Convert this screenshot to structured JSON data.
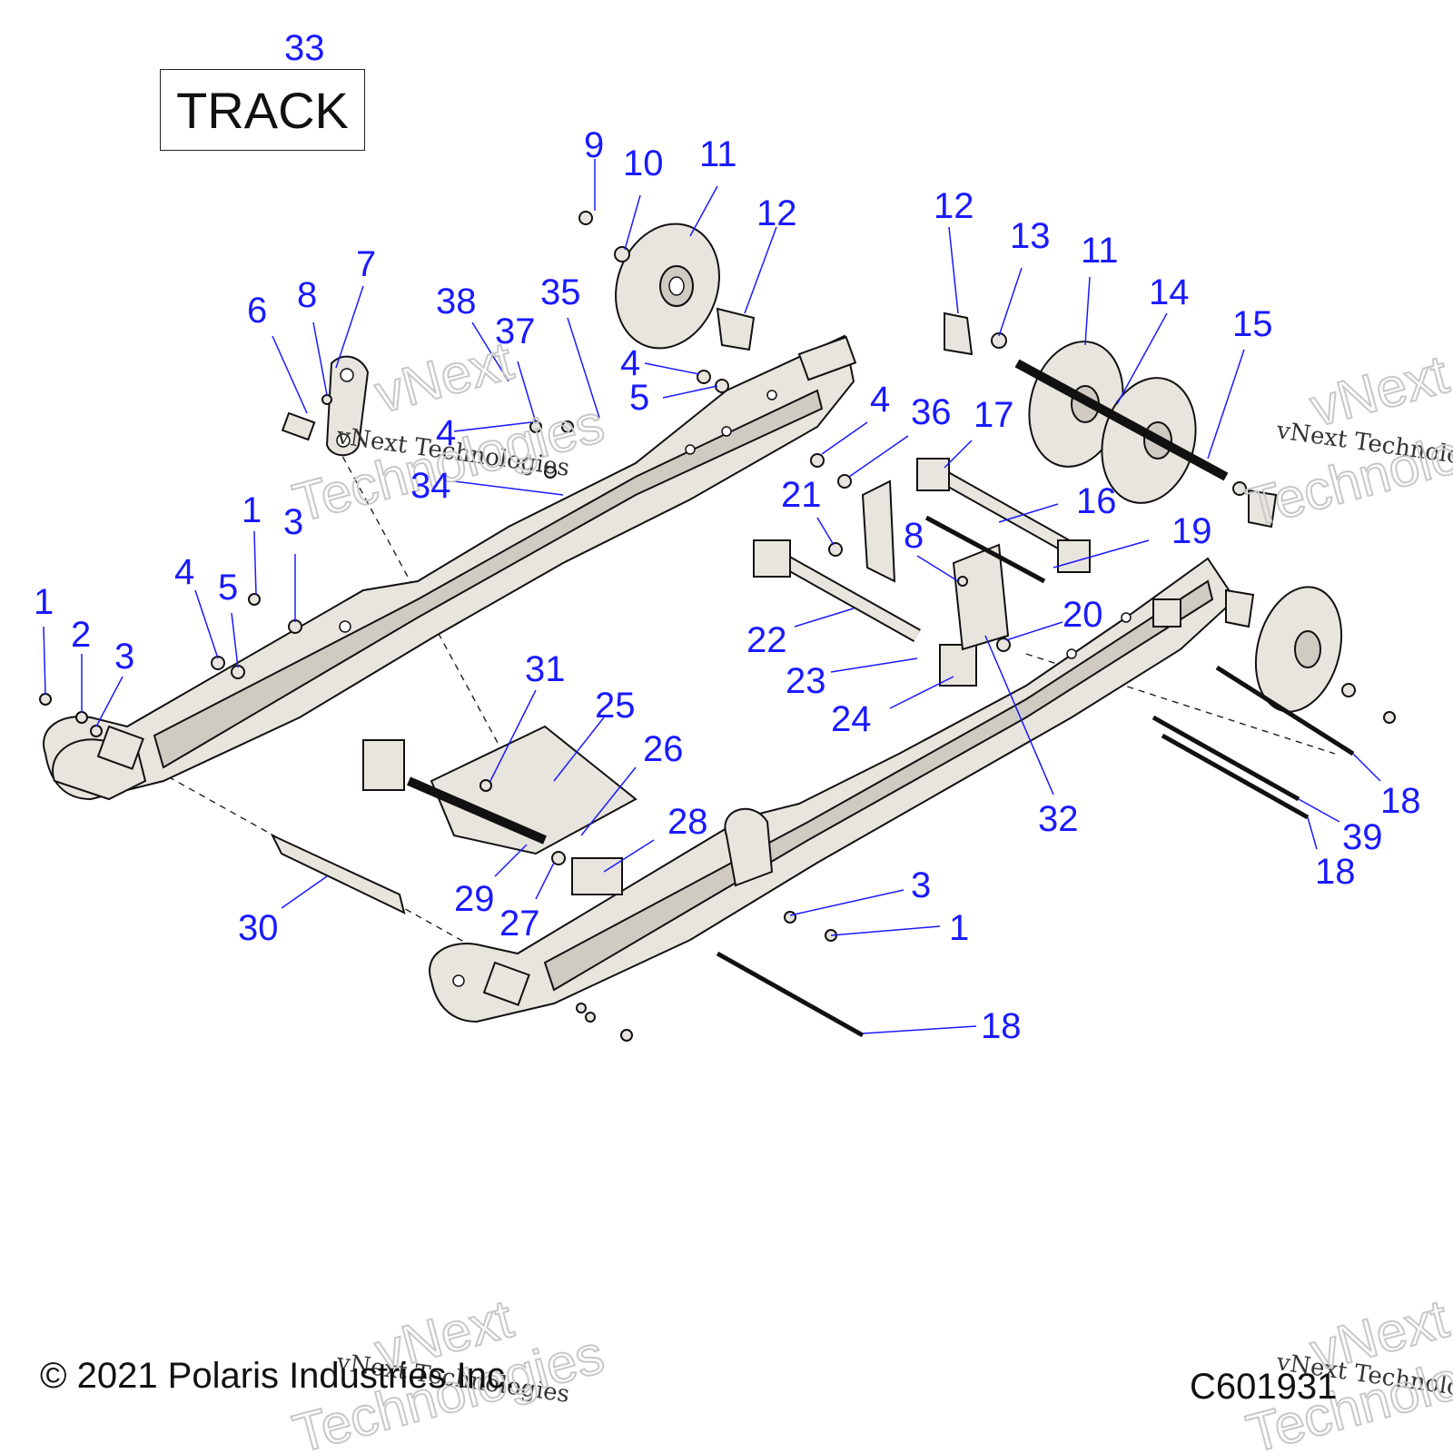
{
  "track_label": "TRACK",
  "track_number": "33",
  "copyright": "© 2021 Polaris Industries Inc.",
  "figure_code": "C601931",
  "watermark_script": "vNext Technologies",
  "watermark_outline_1": "vNext",
  "watermark_outline_2": "Technologies",
  "callouts": {
    "c1a": "1",
    "c2": "2",
    "c3a": "3",
    "c4a": "4",
    "c5a": "5",
    "c1b": "1",
    "c3b": "3",
    "c6": "6",
    "c8a": "8",
    "c7": "7",
    "c38": "38",
    "c37": "37",
    "c35": "35",
    "c4b": "4",
    "c34": "34",
    "c9": "9",
    "c10": "10",
    "c11a": "11",
    "c12a": "12",
    "c4c": "4",
    "c5b": "5",
    "c12b": "12",
    "c13": "13",
    "c11b": "11",
    "c14": "14",
    "c15": "15",
    "c4d": "4",
    "c36": "36",
    "c17": "17",
    "c16": "16",
    "c21": "21",
    "c8b": "8",
    "c19": "19",
    "c20": "20",
    "c22": "22",
    "c23": "23",
    "c24": "24",
    "c32": "32",
    "c18a": "18",
    "c39": "39",
    "c18b": "18",
    "c31": "31",
    "c25": "25",
    "c26": "26",
    "c28": "28",
    "c29": "29",
    "c27": "27",
    "c30": "30",
    "c3c": "3",
    "c1c": "1",
    "c18c": "18"
  }
}
